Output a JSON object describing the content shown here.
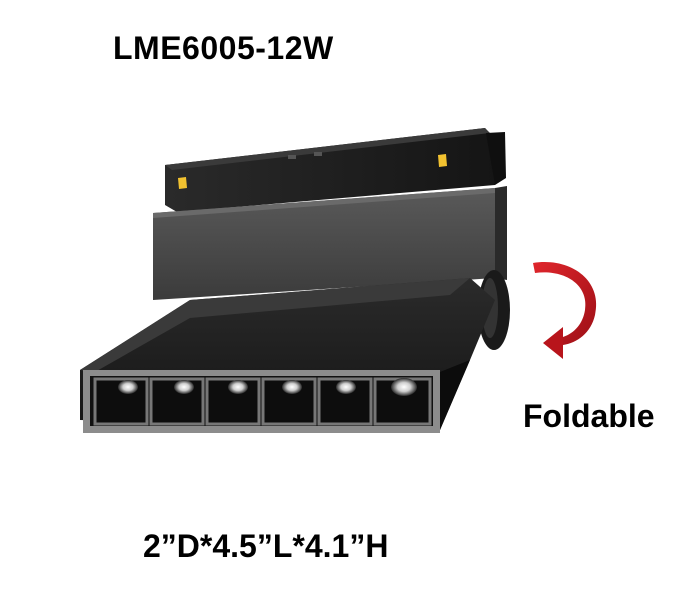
{
  "product": {
    "model": "LME6005-12W",
    "feature": "Foldable",
    "dimensions": "2”D*4.5”L*4.1”H"
  },
  "colors": {
    "housing": "#1e1e1e",
    "housing_dark": "#111111",
    "body_grey": "#4b4b4b",
    "bezel_grey": "#8c8c8c",
    "clip_yellow": "#f2c230",
    "arrow_red": "#c6141c"
  },
  "icons": {
    "fold_indicator": "curved-arrow-icon",
    "product_shape": "linear-spotlight-image"
  }
}
